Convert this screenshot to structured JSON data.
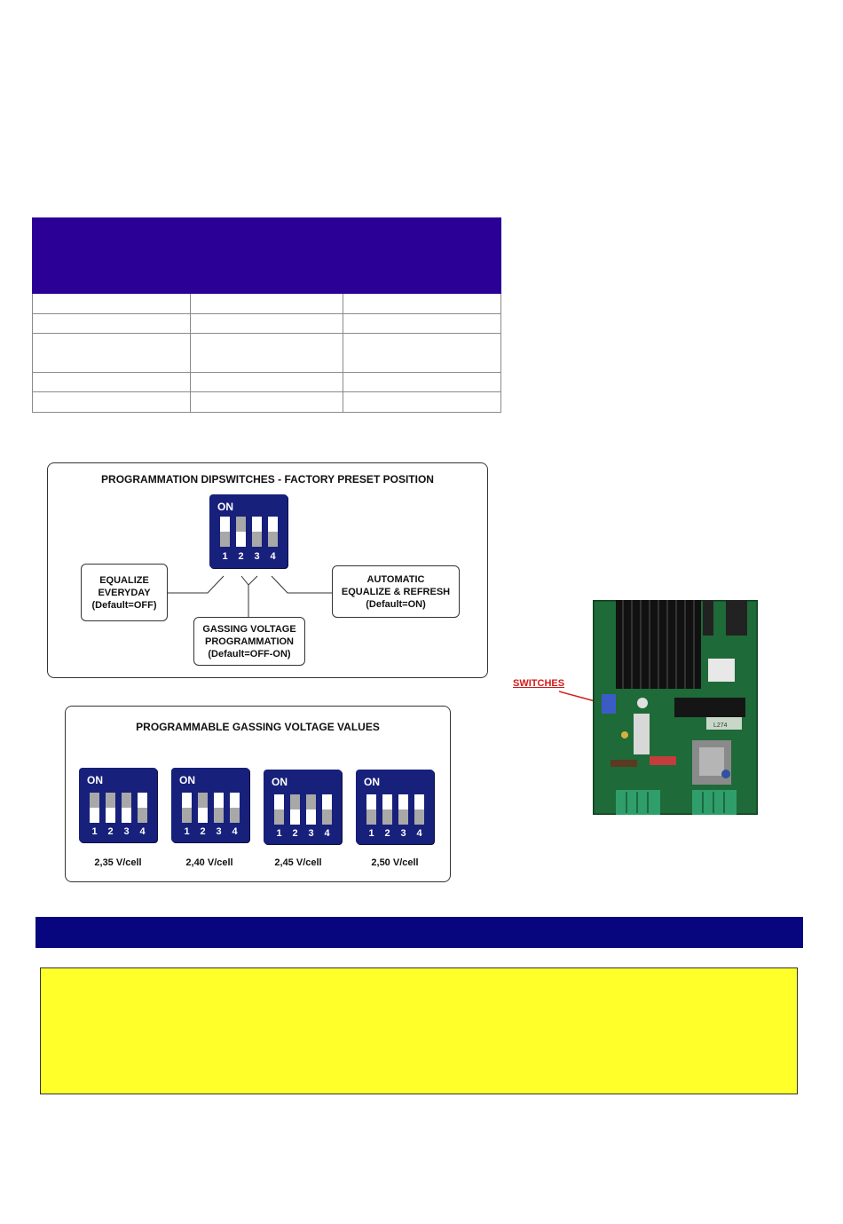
{
  "panel1": {
    "title": "PROGRAMMATION DIPSWITCHES - FACTORY PRESET POSITION",
    "dip_on_label": "ON",
    "switch_numbers": [
      "1",
      "2",
      "3",
      "4"
    ],
    "callouts": {
      "left": "EQUALIZE\nEVERYDAY\n(Default=OFF)",
      "middle": "GASSING VOLTAGE\nPROGRAMMATION\n(Default=OFF-ON)",
      "right": "AUTOMATIC\nEQUALIZE & REFRESH\n(Default=ON)"
    }
  },
  "panel2": {
    "title": "PROGRAMMABLE GASSING VOLTAGE VALUES",
    "dip_on_label": "ON",
    "switch_numbers": [
      "1",
      "2",
      "3",
      "4"
    ],
    "values": [
      "2,35 V/cell",
      "2,40 V/cell",
      "2,45 V/cell",
      "2,50 V/cell"
    ]
  },
  "photo": {
    "pointer_label": "SWITCHES",
    "chip_label": "L274"
  },
  "colors": {
    "table_header": "#2a0096",
    "section_bar": "#07067e",
    "note_box": "#ffff2a",
    "dip_body": "#17207a",
    "pointer": "#d41a1a"
  }
}
